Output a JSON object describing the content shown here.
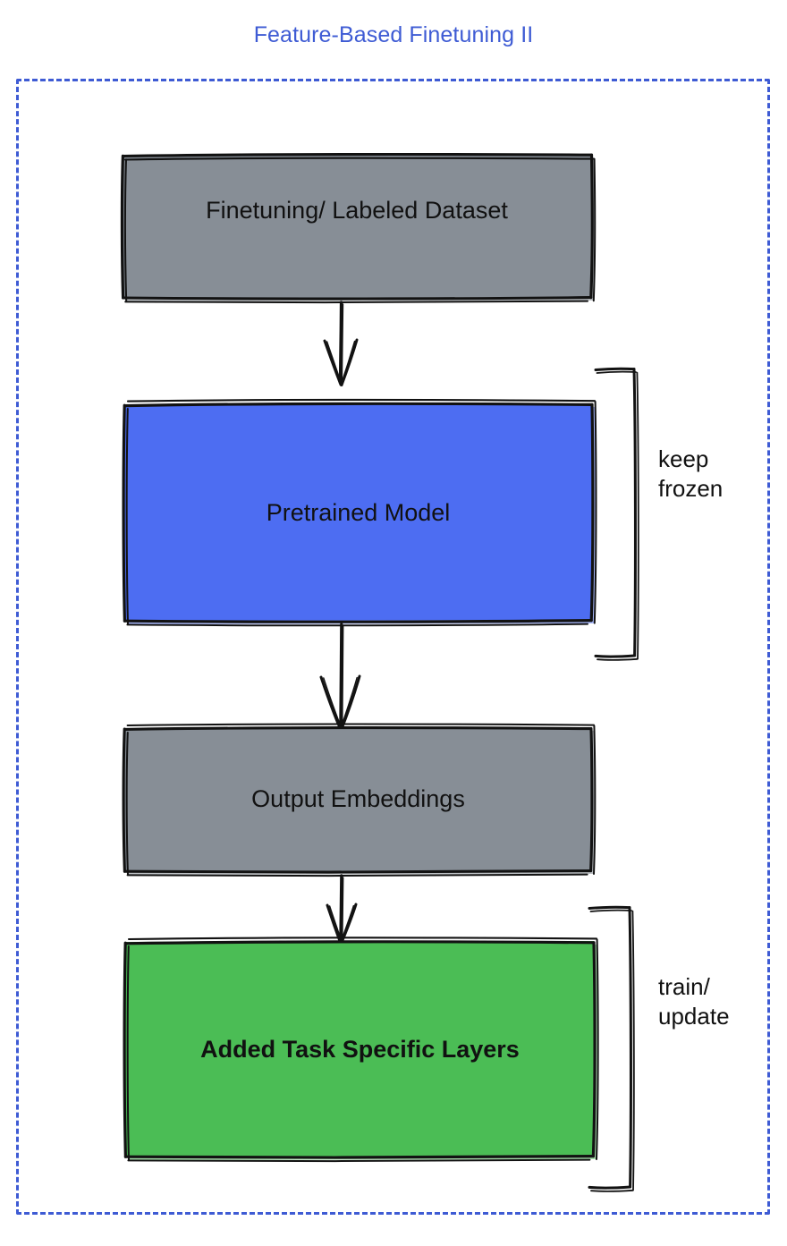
{
  "title": "Feature-Based Finetuning II",
  "colors": {
    "title": "#3e5bd4",
    "frame_border": "#3e5bd4",
    "gray_box": "#878e96",
    "blue_box": "#4d6df2",
    "green_box": "#4bbd55",
    "stroke": "#121212",
    "text": "#111111",
    "background": "#ffffff"
  },
  "frame": {
    "style": "dashed",
    "label": "diagram-boundary"
  },
  "nodes": [
    {
      "id": "dataset",
      "label": "Finetuning/ Labeled Dataset",
      "fill": "#878e96",
      "shape": "rectangle"
    },
    {
      "id": "pretrained_model",
      "label": "Pretrained Model",
      "fill": "#4d6df2",
      "shape": "rectangle"
    },
    {
      "id": "output_embeddings",
      "label": "Output Embeddings",
      "fill": "#878e96",
      "shape": "rectangle"
    },
    {
      "id": "task_layers",
      "label": "Added Task Specific Layers",
      "fill": "#4bbd55",
      "shape": "rectangle"
    }
  ],
  "edges": [
    {
      "id": "edge-dataset-to-model",
      "from": "dataset",
      "to": "pretrained_model",
      "arrow": "down"
    },
    {
      "id": "edge-model-to-embeddings",
      "from": "pretrained_model",
      "to": "output_embeddings",
      "arrow": "down"
    },
    {
      "id": "edge-embeddings-to-layers",
      "from": "output_embeddings",
      "to": "task_layers",
      "arrow": "down"
    }
  ],
  "annotations": [
    {
      "id": "keep-frozen",
      "text": "keep\nfrozen",
      "bracket_for": "pretrained_model"
    },
    {
      "id": "train-update",
      "text": "train/\nupdate",
      "bracket_for": "task_layers"
    }
  ]
}
